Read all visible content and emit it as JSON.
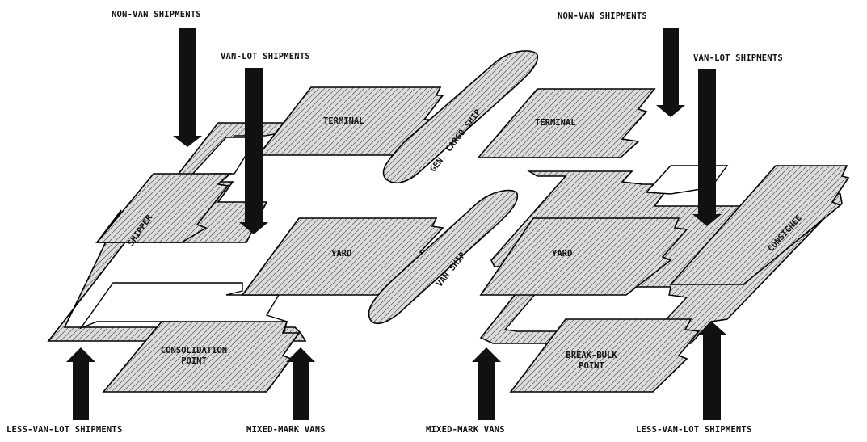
{
  "diagram": {
    "left_side": {
      "non_van": "NON-VAN SHIPMENTS",
      "van_lot": "VAN-LOT SHIPMENTS",
      "terminal": "TERMINAL",
      "shipper": "SHIPPER",
      "yard": "YARD",
      "consolidation_line1": "CONSOLIDATION",
      "consolidation_line2": "POINT",
      "less_van_lot": "LESS-VAN-LOT SHIPMENTS",
      "mixed_mark": "MIXED-MARK VANS"
    },
    "ships": {
      "cargo_ship": "GEN. CARGO SHIP",
      "van_ship": "VAN SHIP"
    },
    "right_side": {
      "non_van": "NON-VAN SHIPMENTS",
      "van_lot": "VAN-LOT SHIPMENTS",
      "terminal": "TERMINAL",
      "consignee": "CONSIGNEE",
      "yard": "YARD",
      "break_bulk_line1": "BREAK-BULK",
      "break_bulk_line2": "POINT",
      "less_van_lot": "LESS-VAN-LOT SHIPMENTS",
      "mixed_mark": "MIXED-MARK VANS"
    }
  }
}
